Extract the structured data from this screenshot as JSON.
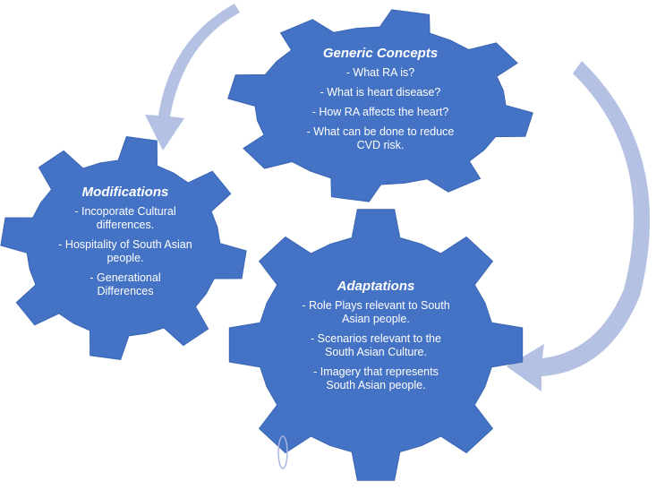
{
  "colors": {
    "gear_fill": "#4472C4",
    "gear_stroke": "#3b65b3",
    "arrow": "#b4c1e2",
    "text": "#ffffff"
  },
  "gears": {
    "generic": {
      "title": "Generic Concepts",
      "lines": [
        "- What RA is?",
        "- What is heart disease?",
        "- How RA affects the heart?",
        "- What can be done to reduce CVD risk."
      ]
    },
    "modifications": {
      "title": "Modifications",
      "lines": [
        "- Incoporate Cultural differences.",
        "- Hospitality of South Asian people.",
        "- Generational Differences"
      ]
    },
    "adaptations": {
      "title": "Adaptations",
      "lines": [
        "- Role Plays relevant to South Asian people.",
        "- Scenarios relevant to the South Asian Culture.",
        "- Imagery that represents South Asian people."
      ]
    }
  },
  "icons": {
    "arrows": [
      "curved-arrow-icon",
      "curved-arrow-icon"
    ],
    "cursor": "text-cursor-ellipse-icon"
  }
}
